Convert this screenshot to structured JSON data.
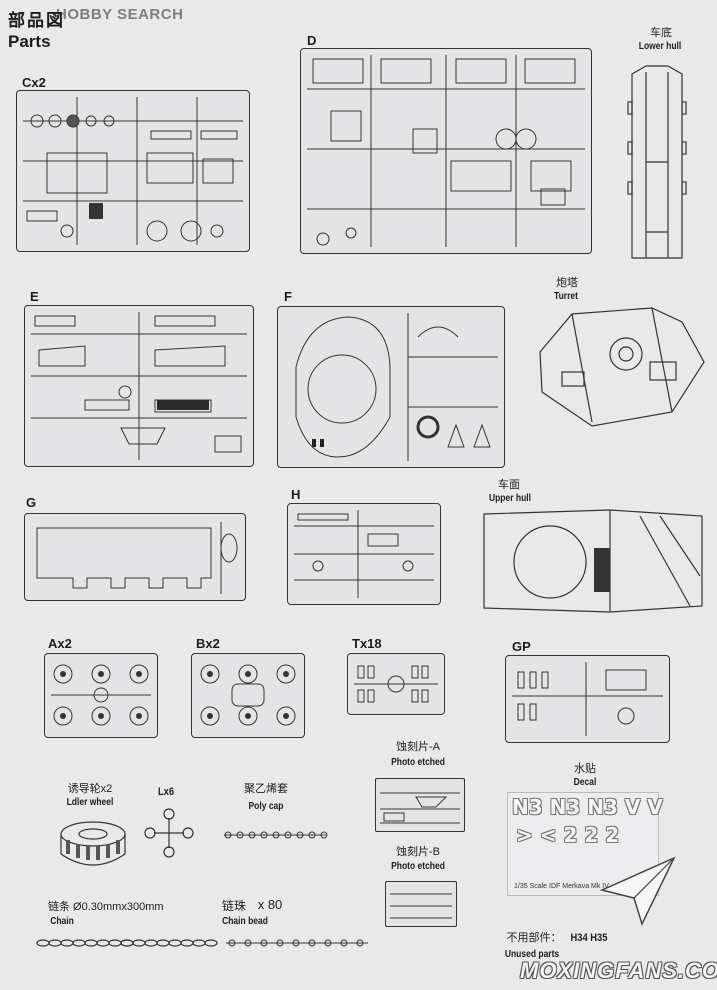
{
  "watermark_top": "HOBBY SEARCH",
  "page_title": {
    "cn": "部品図",
    "en": "Parts"
  },
  "sprues": {
    "cx2": "Cx2",
    "d": "D",
    "e": "E",
    "f": "F",
    "g": "G",
    "h": "H",
    "ax2": "Ax2",
    "bx2": "Bx2",
    "tx18": "Tx18",
    "gp": "GP"
  },
  "assemblies": {
    "lower_hull": {
      "cn": "车底",
      "en": "Lower hull"
    },
    "turret": {
      "cn": "炮塔",
      "en": "Turret"
    },
    "upper_hull": {
      "cn": "车面",
      "en": "Upper hull"
    }
  },
  "loose_parts": {
    "idler": {
      "cn": "诱导轮x2",
      "en": "Ldler wheel"
    },
    "lx6": "Lx6",
    "poly_cap": {
      "cn": "聚乙烯套",
      "en": "Poly cap"
    },
    "pe_a": {
      "cn": "蚀刻片-A",
      "en": "Photo etched"
    },
    "pe_b": {
      "cn": "蚀刻片-B",
      "en": "Photo etched"
    },
    "decal": {
      "cn": "水贴",
      "en": "Decal"
    },
    "chain": {
      "cn": "链条 Ø0.30mmx300mm",
      "en": "Chain"
    },
    "chain_bead": {
      "cn": "链珠",
      "x": "x 80",
      "en": "Chain bead"
    },
    "unused": {
      "cn": "不用部件：",
      "codes": "H34 H35",
      "en": "Unused parts"
    }
  },
  "decal_sheet": {
    "row1": "N3 N3 N3 V V",
    "row2": "> < 2 2 2",
    "footer": "1/35 Scale  IDF Merkava Mk IV"
  },
  "watermark_bottom": "MOXINGFANS.COM"
}
